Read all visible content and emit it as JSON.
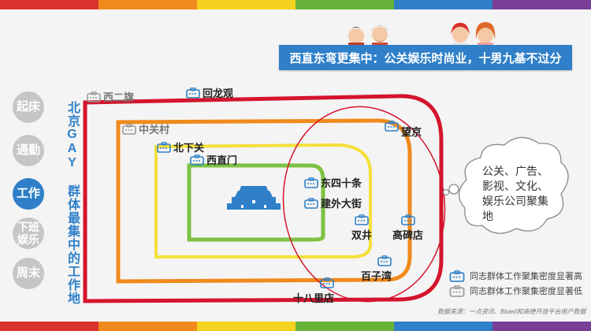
{
  "colors": {
    "rainbow": [
      "#d9312c",
      "#f08a1c",
      "#f4d21d",
      "#67b33a",
      "#2f80c8",
      "#7a3e97"
    ],
    "ring_outer": "#d4142c",
    "ring_2": "#f08a1c",
    "ring_3": "#f4e03a",
    "ring_inner": "#7dc242",
    "accent": "#2f80c8",
    "icon_high": "#2f80c8",
    "icon_low": "#9a9a9a"
  },
  "title": "西直东弯更集中：公关娱乐时尚业，十男九基不过分",
  "nav": [
    {
      "label": "起床",
      "active": false
    },
    {
      "label": "通勤",
      "active": false
    },
    {
      "label": "工作",
      "active": true
    },
    {
      "label": "下班\n娱乐",
      "active": false
    },
    {
      "label": "周末",
      "active": false
    }
  ],
  "vertical_caption": "北京GAY 群体最集中的工作地",
  "places": [
    {
      "name": "西二旗",
      "icon": "briefcase-icon",
      "level": "low"
    },
    {
      "name": "回龙观",
      "icon": "briefcase-icon",
      "level": "high"
    },
    {
      "name": "中关村",
      "icon": "briefcase-icon",
      "level": "low"
    },
    {
      "name": "望京",
      "icon": "briefcase-icon",
      "level": "high"
    },
    {
      "name": "北下关",
      "icon": "briefcase-icon",
      "level": "high"
    },
    {
      "name": "西直门",
      "icon": "briefcase-icon",
      "level": "high"
    },
    {
      "name": "东四十条",
      "icon": "briefcase-icon",
      "level": "high"
    },
    {
      "name": "建外大街",
      "icon": "briefcase-icon",
      "level": "high"
    },
    {
      "name": "双井",
      "icon": "briefcase-icon",
      "level": "high"
    },
    {
      "name": "高碑店",
      "icon": "briefcase-icon",
      "level": "high"
    },
    {
      "name": "百子湾",
      "icon": "briefcase-icon",
      "level": "high"
    },
    {
      "name": "十八里店",
      "icon": "briefcase-icon",
      "level": "high"
    }
  ],
  "cloud_text": "公关、广告、影视、文化、娱乐公司聚集地",
  "legend": [
    {
      "label": "同志群体工作聚集密度显著高",
      "icon": "briefcase-icon",
      "color": "#2f80c8"
    },
    {
      "label": "同志群体工作聚集密度显著低",
      "icon": "briefcase-icon",
      "color": "#9a9a9a"
    }
  ],
  "source": "数据来源：一点资讯、Blued和高德开放平台用户数据",
  "center_icon": "tiananmen-icon",
  "avatar_icons": [
    "man-avatar-icon",
    "bearded-man-avatar-icon",
    "woman-avatar-icon",
    "redhead-woman-avatar-icon"
  ]
}
